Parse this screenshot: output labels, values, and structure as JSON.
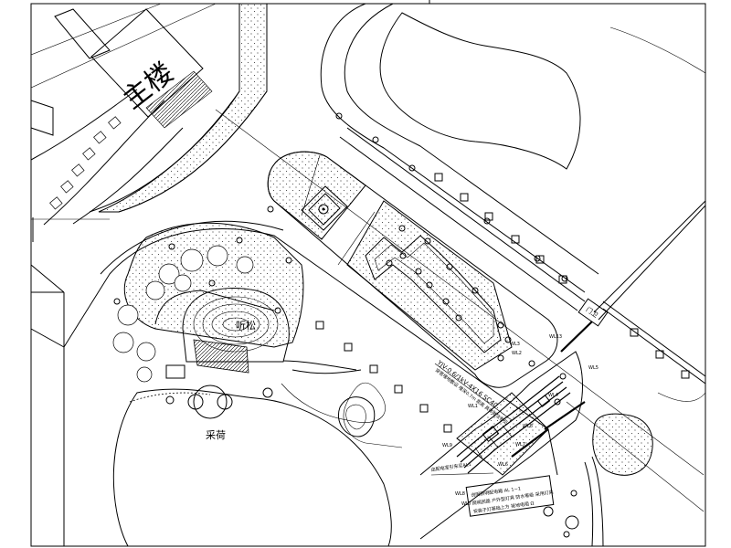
{
  "labels": {
    "main_building": "主楼",
    "pavilion": "听松",
    "lotus": "采荷",
    "gate": "门卫"
  },
  "pipe_nodes": [
    "WL13",
    "WL5",
    "WL3",
    "WL2",
    "WL1",
    "WL4",
    "WL7",
    "WL8",
    "WL9",
    "WL6",
    "WL7",
    "WL8"
  ],
  "annotations": {
    "pipe_spec": "YJV-0.6/1kV-4X16 SC40",
    "pipe_note": "穿管埋地敷设 埋深0.7m 距离 具体做法参见",
    "cable_note": "由配电室引来至AL1",
    "legend_line1": "说明照明配电箱 AL 1~1",
    "legend_line2": "照明回路 户外型灯具 防水等级 采用灯具",
    "legend_line3": "安装于灯基础上方 接地电阻 Ω"
  },
  "colors": {
    "line": "#000000",
    "background": "#ffffff"
  }
}
